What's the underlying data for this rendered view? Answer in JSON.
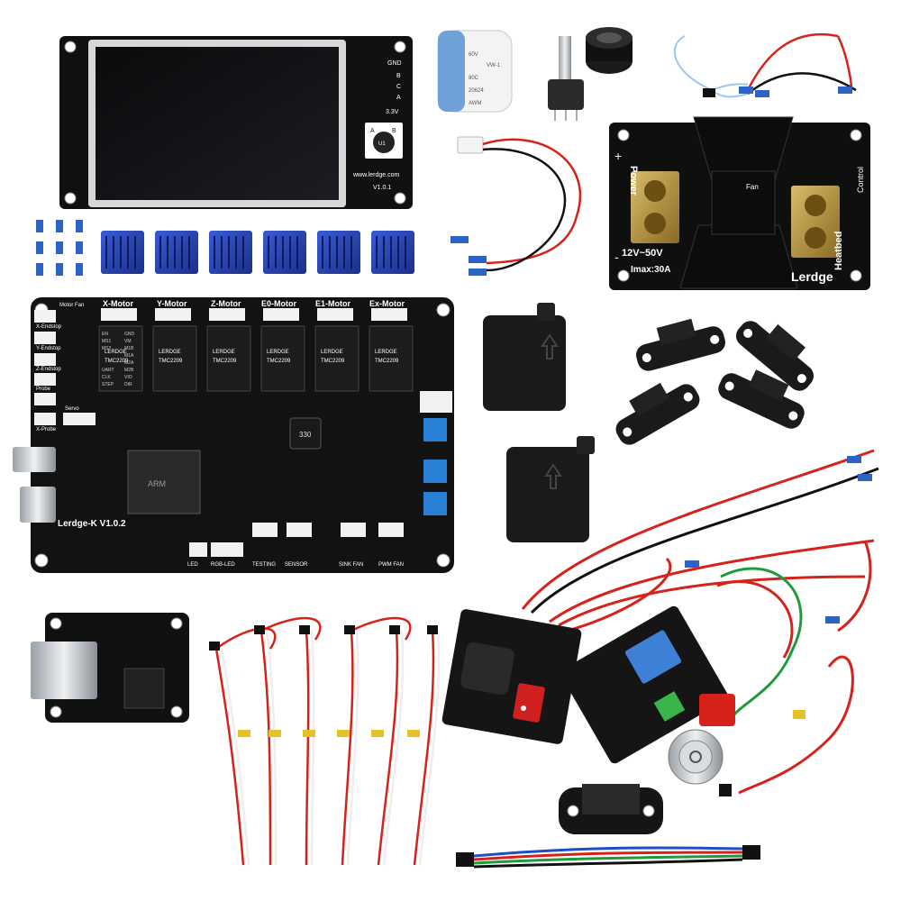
{
  "touch_screen": {
    "pins": [
      "GND",
      "B",
      "C",
      "A",
      "3.3V"
    ],
    "encoder_labels": [
      "A",
      "B",
      "U1"
    ],
    "website": "www.lerdge.com",
    "version": "V1.0.1"
  },
  "ffc_cable": {
    "markings": [
      "60V",
      "VW-1",
      "80C",
      "20624",
      "AWM"
    ]
  },
  "mosfet_module": {
    "power_label": "Power",
    "heatbed_label": "Heatbed",
    "control_label": "Control",
    "fan_label": "Fan",
    "voltage": "12V~50V",
    "current": "Imax:30A",
    "brand": "Lerdge",
    "plus": "+",
    "minus": "-"
  },
  "mainboard": {
    "name": "Lerdge-K V1.0.2",
    "motor_labels": [
      "X-Motor",
      "Y-Motor",
      "Z-Motor",
      "E0-Motor",
      "E1-Motor",
      "Ex-Motor"
    ],
    "left_labels": [
      "Motor Fan",
      "X-Endstop",
      "Y-Endstop",
      "Z-Endstop",
      "Probe",
      "Servo",
      "X-Probe"
    ],
    "driver_labels": [
      "LERDGE",
      "TMC2209"
    ],
    "pin_labels": [
      "GND",
      "VM",
      "M1B",
      "M1A",
      "M2A",
      "M2B",
      "VIO",
      "EN",
      "MS1",
      "MS2",
      "UART",
      "CLK",
      "STEP",
      "DIR"
    ],
    "bottom_labels": [
      "LED",
      "RGB-LED",
      "TESTING",
      "SENSOR",
      "SINK FAN",
      "PWM FAN"
    ],
    "inductor": "330",
    "chip": "ARM"
  }
}
